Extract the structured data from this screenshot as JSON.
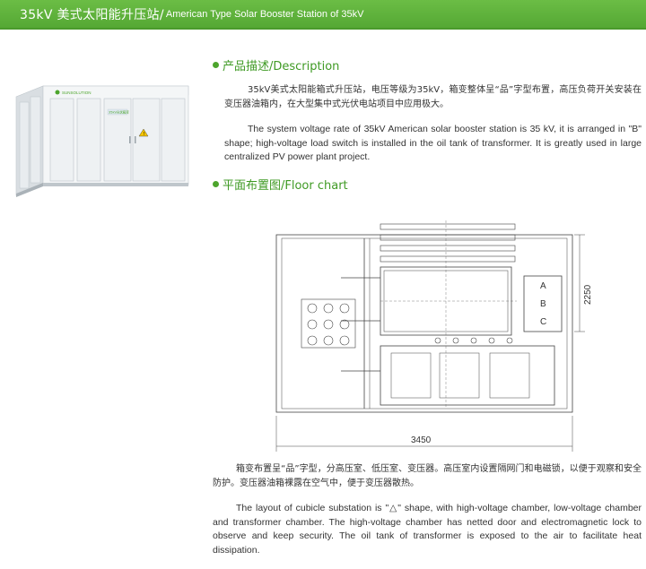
{
  "header": {
    "title_cn": "35kV 美式太阳能升压站/",
    "title_en": "American Type Solar Booster Station of 35kV"
  },
  "description": {
    "heading": "产品描述/Description",
    "para_cn": "35kV美式太阳能箱式升压站，电压等级为35kV，箱变整体呈“品”字型布置，高压负荷开关安装在变压器油箱内，在大型集中式光伏电站项目中应用极大。",
    "para_en": "The system voltage rate of 35kV American solar booster station is 35 kV, it is arranged in \"B\" shape; high-voltage load switch is installed in the oil tank of transformer. It is greatly used in large centralized PV power plant project."
  },
  "floor": {
    "heading": "平面布置图/Floor chart",
    "label_a": "A",
    "label_b": "B",
    "label_c": "C",
    "dim_height": "2250",
    "dim_width": "3450",
    "para_cn": "箱变布置呈“品”字型，分高压室、低压室、变压器。高压室内设置隔网门和电磁锁，以便于观察和安全防护。变压器油箱裸露在空气中，便于变压器散热。",
    "para_en": "The layout of cubicle substation is \"△\" shape, with high-voltage chamber, low-voltage chamber and transformer chamber. The high-voltage chamber has netted door and electromagnetic lock to observe and keep security. The oil tank of transformer is exposed to the air to facilitate heat dissipation."
  },
  "photo": {
    "brand_text": "SUNSOLUTION",
    "panel_text": "35kV光伏箱变"
  },
  "colors": {
    "accent_green": "#4da52d",
    "header_green": "#5cb33a"
  }
}
